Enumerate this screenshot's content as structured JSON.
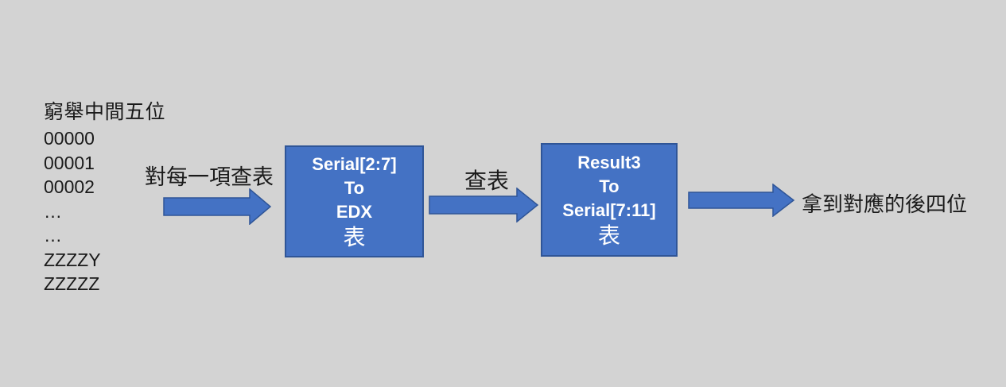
{
  "colors": {
    "background": "#d3d3d3",
    "shape_fill": "#4472c4",
    "shape_border": "#2f5597",
    "shape_text": "#ffffff",
    "text": "#1a1a1a"
  },
  "enumeration": {
    "title": "窮舉中間五位",
    "items": [
      "00000",
      "00001",
      "00002",
      "…",
      "…",
      "ZZZZY",
      "ZZZZZ"
    ]
  },
  "flow": {
    "arrow1_label": "對每一項查表",
    "box1": {
      "line1": "Serial[2:7]",
      "line2": "To",
      "line3": "EDX",
      "line4": "表"
    },
    "arrow2_label": "查表",
    "box2": {
      "line1": "Result3",
      "line2": "To",
      "line3": "Serial[7:11]",
      "line4": "表"
    },
    "result_label": "拿到對應的後四位"
  }
}
